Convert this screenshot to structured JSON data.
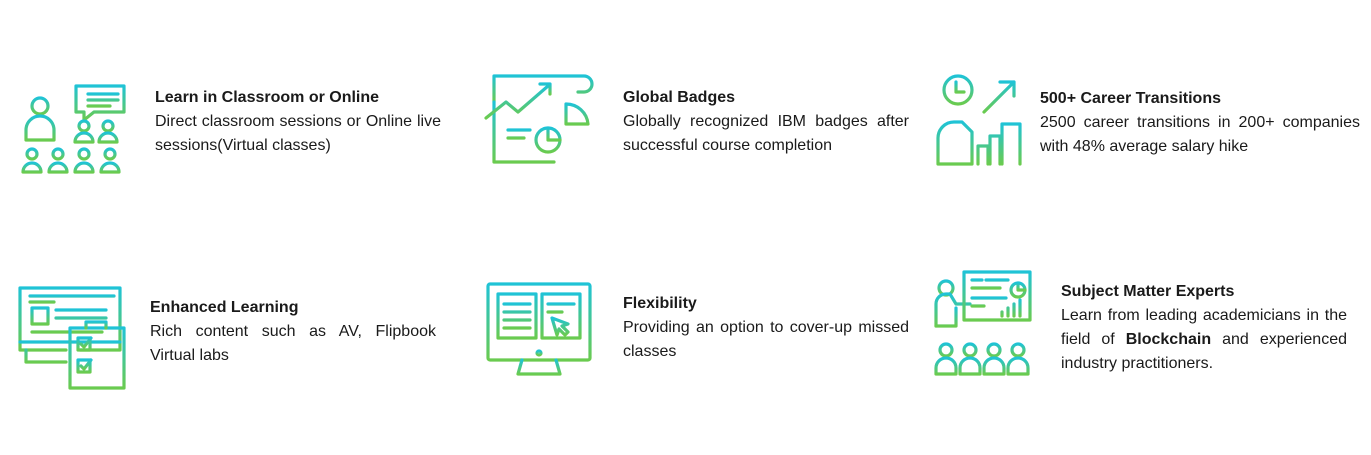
{
  "features": [
    {
      "title": "Learn in Classroom or Online",
      "desc": "Direct classroom sessions or Online live sessions(Virtual classes)",
      "icon": "classroom-icon"
    },
    {
      "title": "Global Badges",
      "desc": "Globally recognized IBM badges after successful course completion",
      "icon": "badges-chart-icon"
    },
    {
      "title": "500+ Career Transitions",
      "desc": "2500 career transitions in 200+ companies with 48% average salary hike",
      "icon": "career-growth-icon"
    },
    {
      "title": "Enhanced Learning",
      "desc": "Rich content such as AV, Flipbook Virtual labs",
      "icon": "enhanced-learning-icon"
    },
    {
      "title": "Flexibility",
      "desc": "Providing an option to cover-up missed classes",
      "icon": "monitor-book-icon"
    },
    {
      "title": "Subject Matter Experts",
      "desc_before": "Learn from leading academicians in the field of ",
      "desc_bold": "Blockchain",
      "desc_after": " and experienced industry practitioners.",
      "icon": "expert-presentation-icon"
    }
  ],
  "colors": {
    "gradient_top": "#1fc3d6",
    "gradient_bottom": "#6acb4f"
  }
}
